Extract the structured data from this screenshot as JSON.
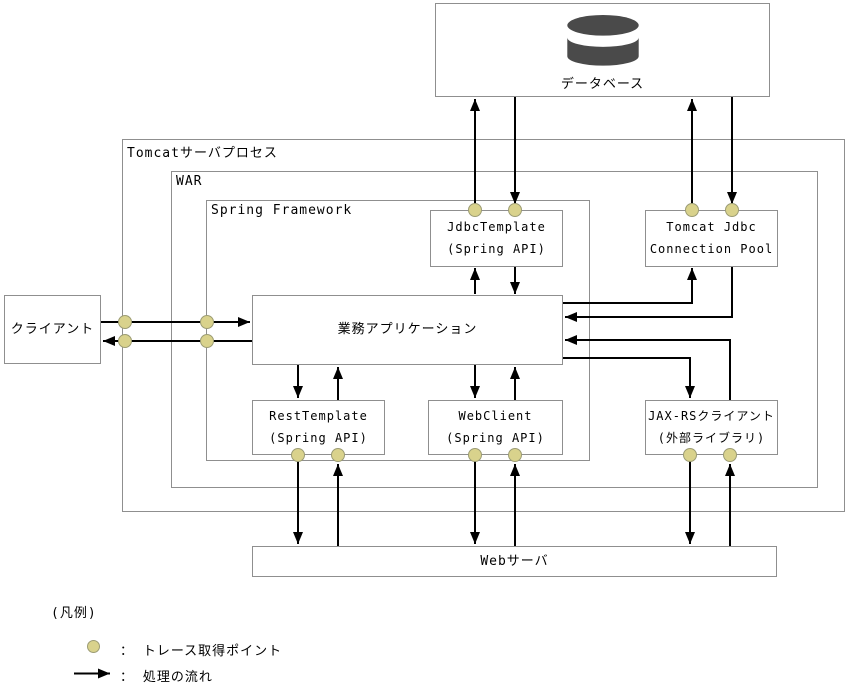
{
  "nodes": {
    "database": {
      "label": "データベース"
    },
    "tomcat_process": {
      "label": "Tomcatサーバプロセス"
    },
    "war": {
      "label": "WAR"
    },
    "spring": {
      "label": "Spring Framework"
    },
    "jdbc_template": {
      "line1": "JdbcTemplate",
      "line2": "(Spring API)"
    },
    "tomcat_jdbc_pool": {
      "line1": "Tomcat Jdbc",
      "line2": "Connection Pool"
    },
    "business_app": {
      "label": "業務アプリケーション"
    },
    "client": {
      "label": "クライアント"
    },
    "rest_template": {
      "line1": "RestTemplate",
      "line2": "(Spring API)"
    },
    "web_client": {
      "line1": "WebClient",
      "line2": "(Spring API)"
    },
    "jaxrs_client": {
      "line1": "JAX-RSクライアント",
      "line2": "(外部ライブラリ)"
    },
    "web_server": {
      "label": "Webサーバ"
    }
  },
  "legend": {
    "title": "(凡例)",
    "trace_point_label": "： トレース取得ポイント",
    "flow_label": "： 処理の流れ"
  },
  "icons": {
    "database_icon": "db-cylinder",
    "trace_point_icon": "filled-circle",
    "flow_arrow_icon": "right-arrow"
  },
  "colors": {
    "background": "#ffffff",
    "box_border": "#8f8f8f",
    "flow_arrow": "#000000",
    "trace_point_fill": "#d9d28c",
    "trace_point_stroke": "#9c9c74",
    "database_icon_fill": "#4a4a4a"
  }
}
